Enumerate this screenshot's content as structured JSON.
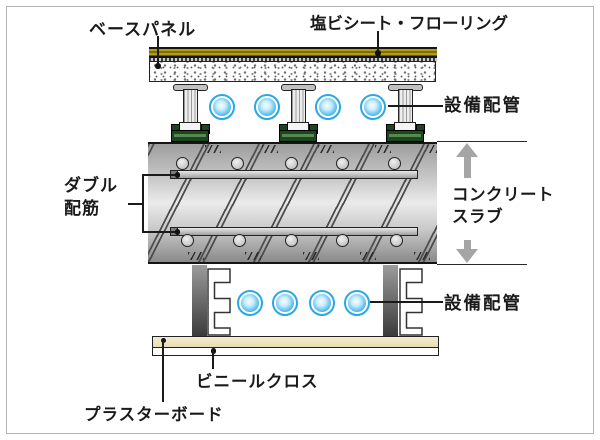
{
  "diagram": {
    "type": "floor-ceiling-structure-cross-section",
    "labels": {
      "base_panel": "ベースパネル",
      "vinyl_sheet_flooring": "塩ビシート・フローリング",
      "equipment_piping_upper": "設備配管",
      "double_reinforcement": {
        "line1": "ダブル",
        "line2": "配筋"
      },
      "concrete_slab": {
        "line1": "コンクリート",
        "line2": "スラブ"
      },
      "equipment_piping_lower": "設備配管",
      "vinyl_cloth": "ビニールクロス",
      "plaster_board": "プラスターボード"
    },
    "counts": {
      "pipes_above_slab": 4,
      "pipes_below_slab": 4,
      "floor_support_posts": 3,
      "ceiling_hanger_posts": 2,
      "rebar_layers": 2
    },
    "colors": {
      "pipe_blue": "#2aa7e5",
      "flooring_gold": "#b59d12",
      "support_base_green": "#1d451f",
      "plaster_board_cream": "#e9debc",
      "slab_gray": "#c6c6c6",
      "thickness_arrow_gray": "#a5a5a5",
      "leader_line_black": "#1a1a1a",
      "frame_border_gray": "#b3b3b3"
    }
  }
}
